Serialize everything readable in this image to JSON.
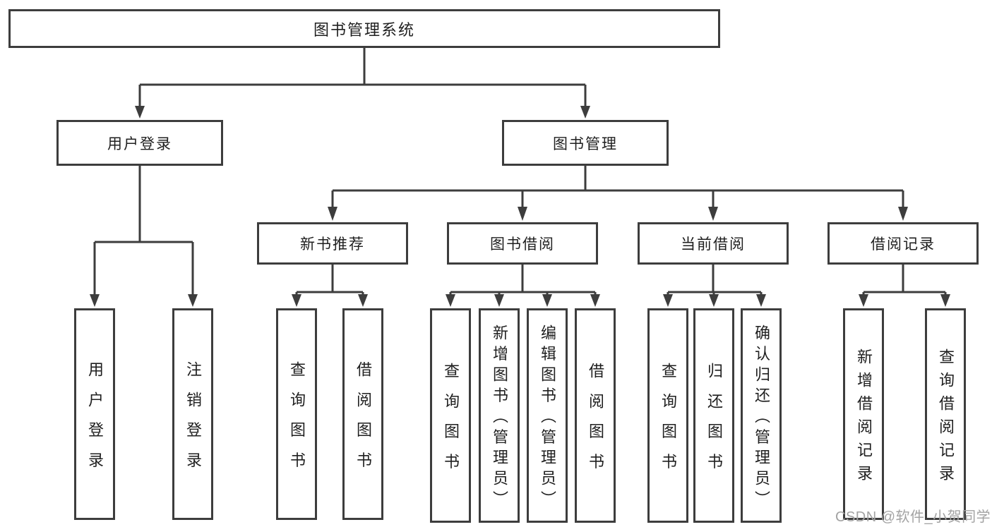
{
  "tree": {
    "label": "图书管理系统",
    "children": [
      {
        "label": "用户登录",
        "children": [
          {
            "label": "用户登录"
          },
          {
            "label": "注销登录"
          }
        ]
      },
      {
        "label": "图书管理",
        "children": [
          {
            "label": "新书推荐",
            "children": [
              {
                "label": "查询图书"
              },
              {
                "label": "借阅图书"
              }
            ]
          },
          {
            "label": "图书借阅",
            "children": [
              {
                "label": "查询图书"
              },
              {
                "label": "新增图书（管理员）"
              },
              {
                "label": "编辑图书（管理员）"
              },
              {
                "label": "借阅图书"
              }
            ]
          },
          {
            "label": "当前借阅",
            "children": [
              {
                "label": "查询图书"
              },
              {
                "label": "归还图书"
              },
              {
                "label": "确认归还（管理员）"
              }
            ]
          },
          {
            "label": "借阅记录",
            "children": [
              {
                "label": "新增借阅记录"
              },
              {
                "label": "查询借阅记录"
              }
            ]
          }
        ]
      }
    ]
  },
  "watermark": {
    "text": "CSDN @软件_小贺同学"
  },
  "colors": {
    "line": "#3d3d3d",
    "box_border": "#3d3d3d",
    "box_background": "#ffffff",
    "text": "#1f1f1f",
    "watermark": "#a3a3a3",
    "background": "#ffffff"
  }
}
